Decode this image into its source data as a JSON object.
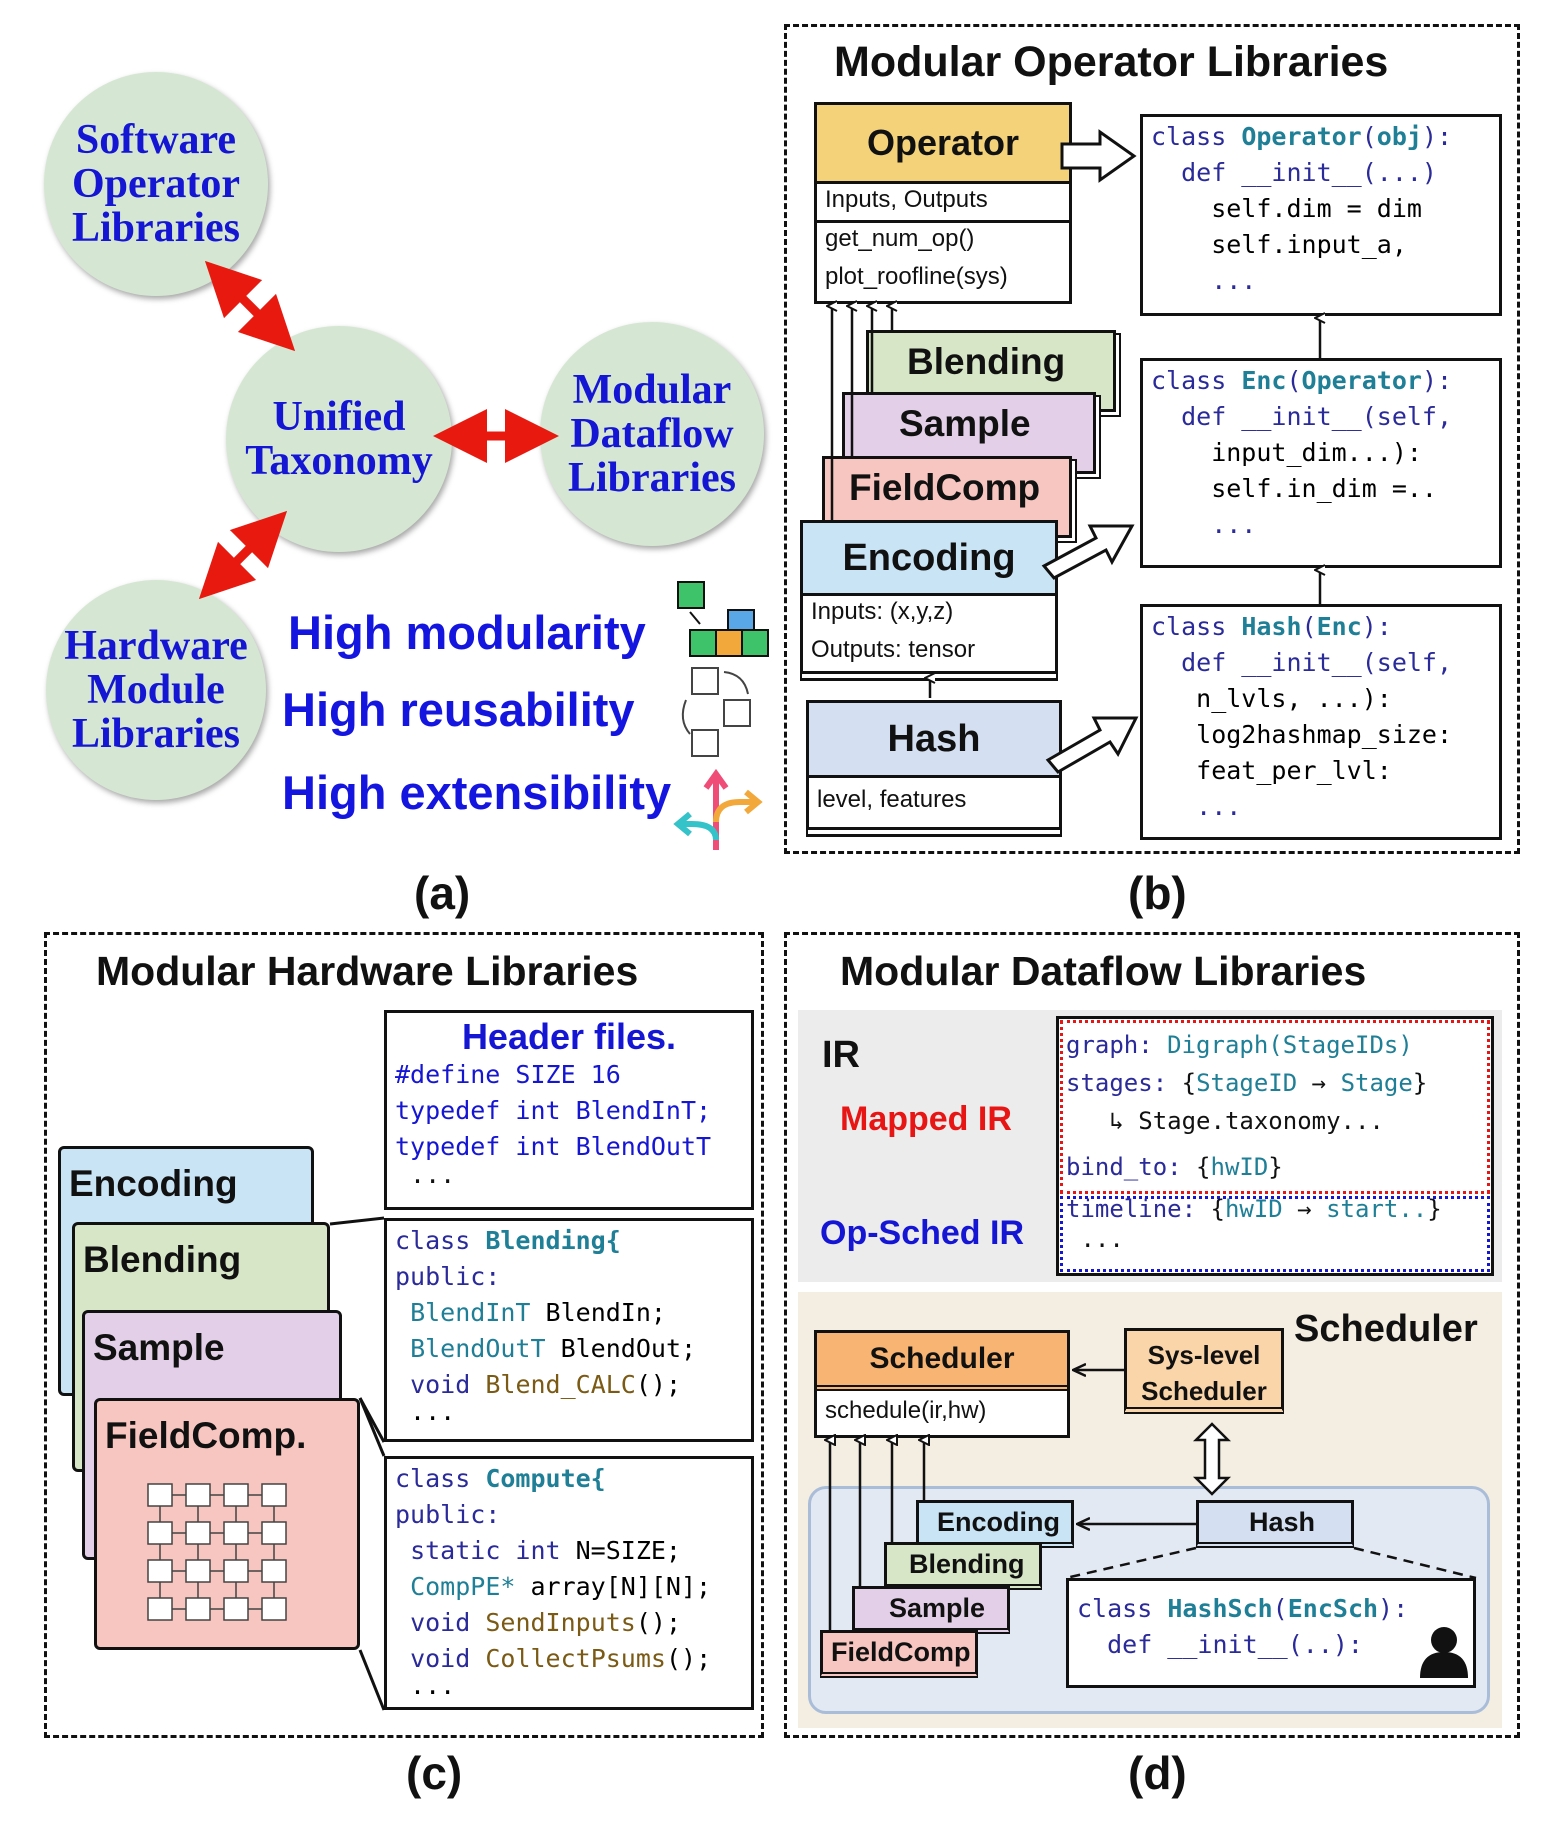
{
  "panel_a": {
    "circles": {
      "software": "Software\nOperator\nLibraries",
      "unified": "Unified\nTaxonomy",
      "dataflow": "Modular\nDataflow\nLibraries",
      "hardware": "Hardware\nModule\nLibraries"
    },
    "highlights": [
      "High modularity",
      "High reusability",
      "High extensibility"
    ],
    "caption": "(a)"
  },
  "panel_b": {
    "title": "Modular Operator Libraries",
    "operator": {
      "name": "Operator",
      "rows": [
        "Inputs, Outputs",
        "get_num_op()",
        "plot_roofline(sys)"
      ]
    },
    "stack": [
      "Blending",
      "Sample",
      "FieldComp"
    ],
    "encoding": {
      "name": "Encoding",
      "rows": [
        "Inputs: (x,y,z)",
        "Outputs: tensor"
      ]
    },
    "hash": {
      "name": "Hash",
      "rows": [
        "level, features"
      ]
    },
    "code_operator": [
      "class Operator(obj):",
      "  def __init__(...)",
      "    self.dim = dim",
      "    self.input_a,",
      "    ..."
    ],
    "code_enc": [
      "class Enc(Operator):",
      "  def __init__(self,",
      "    input_dim...):",
      "    self.in_dim =..",
      "    ..."
    ],
    "code_hash": [
      "class Hash(Enc):",
      "  def __init__(self,",
      "   n_lvls, ...):",
      "   log2hashmap_size:",
      "   feat_per_lvl:",
      "   ..."
    ],
    "caption": "(b)"
  },
  "panel_c": {
    "title": "Modular Hardware Libraries",
    "cards": [
      "Encoding",
      "Blending",
      "Sample",
      "FieldComp."
    ],
    "header_title": "Header files.",
    "header_lines": [
      "#define SIZE 16",
      "typedef int BlendInT;",
      "typedef int BlendOutT",
      " ..."
    ],
    "blend_lines": [
      "class Blending{",
      "public:",
      " BlendInT BlendIn;",
      " BlendOutT BlendOut;",
      " void Blend_CALC();",
      " ..."
    ],
    "compute_lines": [
      "class Compute{",
      "public:",
      " static int N=SIZE;",
      " CompPE* array[N][N];",
      " void SendInputs();",
      " void CollectPsums();",
      " ..."
    ],
    "caption": "(c)"
  },
  "panel_d": {
    "title": "Modular Dataflow Libraries",
    "ir_label": "IR",
    "mapped_ir": "Mapped IR",
    "opsched_ir": "Op-Sched IR",
    "ir_lines": [
      "graph: Digraph(StageIDs)",
      "stages: {StageID → Stage}",
      "   ↳ Stage.taxonomy...",
      "bind_to: {hwID}",
      "timeline: {hwID → start..}",
      " ..."
    ],
    "scheduler_label": "Scheduler",
    "scheduler_box": {
      "name": "Scheduler",
      "row": "schedule(ir,hw)"
    },
    "sys_scheduler": "Sys-level\nScheduler",
    "stack": [
      "Encoding",
      "Blending",
      "Sample",
      "FieldComp"
    ],
    "hash": "Hash",
    "hash_code": [
      "class HashSch(EncSch):",
      "  def __init__(..):"
    ],
    "caption": "(d)"
  },
  "colors": {
    "circle": "#d5e7d3",
    "operator": "#f3d27a",
    "blending": "#d6e6c6",
    "sample": "#e3d0e8",
    "fieldcomp": "#f7c6c1",
    "encoding": "#c8e4f5",
    "hash": "#d4e0f2",
    "scheduler": "#f8b472",
    "sys_scheduler": "#fbd5aa",
    "mapped_ir": "#e81515",
    "opsched_ir": "#1515d4"
  }
}
